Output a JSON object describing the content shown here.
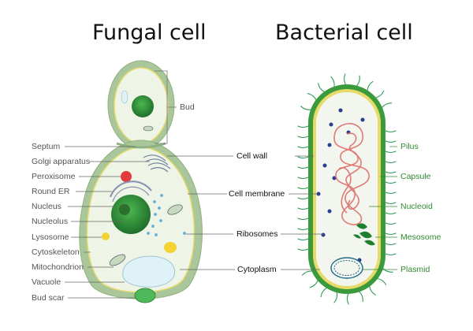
{
  "titles": {
    "fungal": "Fungal cell",
    "bacterial": "Bacterial cell"
  },
  "fungal_labels": {
    "bud": "Bud",
    "septum": "Septum",
    "golgi": "Golgi apparatus",
    "peroxisome": "Peroxisome",
    "round_er": "Round ER",
    "nucleus": "Nucleus",
    "nucleolus": "Nucleolus",
    "lysosome": "Lysosome",
    "cytoskeleton": "Cytoskeleton",
    "mitochondrion": "Mitochondrion",
    "vacuole": "Vacuole",
    "bud_scar": "Bud scar"
  },
  "shared_labels": {
    "cell_wall": "Cell wall",
    "cell_membrane": "Cell membrane",
    "ribosomes": "Ribosomes",
    "cytoplasm": "Cytoplasm"
  },
  "bacterial_labels": {
    "pilus": "Pilus",
    "capsule": "Capsule",
    "nucleoid": "Nucleoid",
    "mesosome": "Mesosome",
    "plasmid": "Plasmid"
  },
  "colors": {
    "cell_wall": "#a9c79a",
    "cytoplasm": "#eef5e6",
    "membrane": "#e7da6a",
    "nucleus": "#2e8a38",
    "bacterium_wall": "#3a9a3c",
    "bacterium_inner": "#f2f6ef",
    "nucleoid": "#e07a74",
    "pili": "#2f9a55",
    "plasmid": "#1f6a8a"
  }
}
